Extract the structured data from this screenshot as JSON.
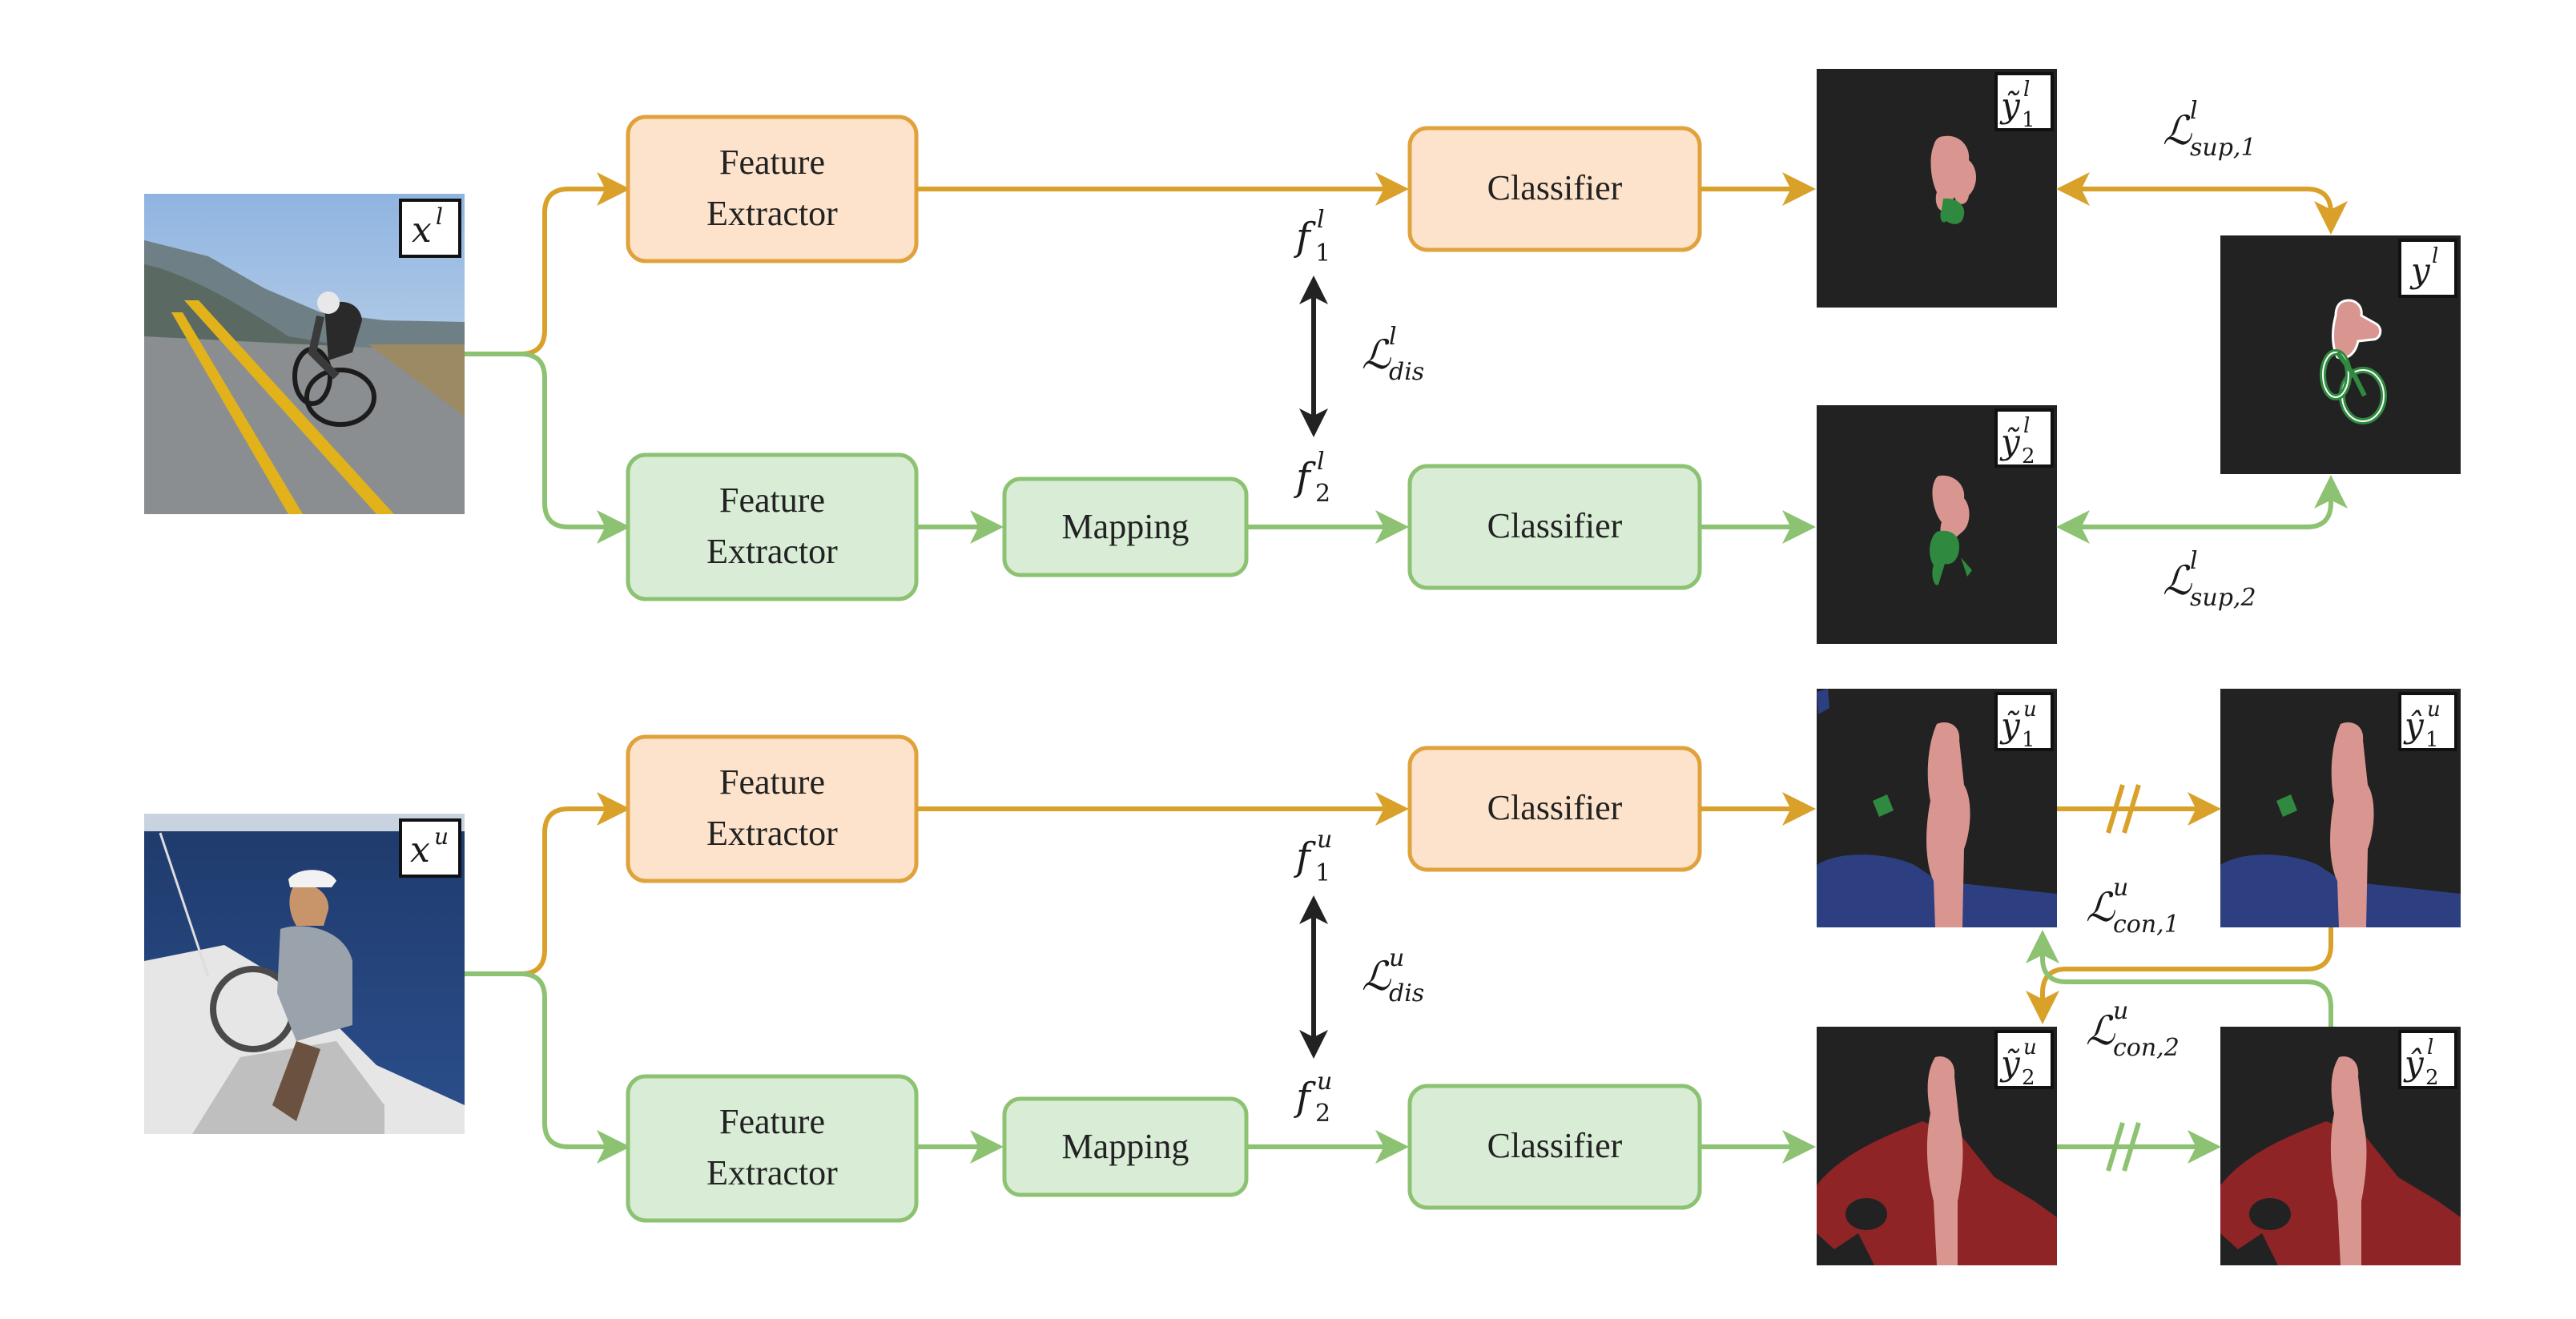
{
  "colors": {
    "orange_stroke": "#e0a23c",
    "orange_fill": "#fde3cb",
    "green_stroke": "#8cc272",
    "green_fill": "#d8ecd6",
    "arrow_orange": "#d9a12a",
    "arrow_green": "#8cc272",
    "arrow_dark": "#222222",
    "seg_background": "#222222",
    "seg_person": "#d99690",
    "seg_bicycle": "#2f8a3f",
    "seg_sea": "#2d3f80",
    "seg_boat": "#8e2426"
  },
  "labels": {
    "feature_line1": "Feature",
    "feature_line2": "Extractor",
    "classifier": "Classifier",
    "mapping": "Mapping"
  },
  "math": {
    "xl": {
      "base": "x",
      "sup": "l"
    },
    "xu": {
      "base": "x",
      "sup": "u"
    },
    "f1l": {
      "base": "f",
      "sub": "1",
      "sup": "l"
    },
    "f2l": {
      "base": "f",
      "sub": "2",
      "sup": "l"
    },
    "f1u": {
      "base": "f",
      "sub": "1",
      "sup": "u"
    },
    "f2u": {
      "base": "f",
      "sub": "2",
      "sup": "u"
    },
    "ldis_l": {
      "base": "ℒ",
      "sub": "dis",
      "sup": "l"
    },
    "ldis_u": {
      "base": "ℒ",
      "sub": "dis",
      "sup": "u"
    },
    "lsup1": {
      "base": "ℒ",
      "sub": "sup,1",
      "sup": "l"
    },
    "lsup2": {
      "base": "ℒ",
      "sub": "sup,2",
      "sup": "l"
    },
    "lcon1": {
      "base": "ℒ",
      "sub": "con,1",
      "sup": "u"
    },
    "lcon2": {
      "base": "ℒ",
      "sub": "con,2",
      "sup": "u"
    },
    "yt1l": {
      "base": "ỹ",
      "sub": "1",
      "sup": "l"
    },
    "yt2l": {
      "base": "ỹ",
      "sub": "2",
      "sup": "l"
    },
    "yl": {
      "base": "y",
      "sup": "l"
    },
    "yt1u": {
      "base": "ỹ",
      "sub": "1",
      "sup": "u"
    },
    "yt2u": {
      "base": "ỹ",
      "sub": "2",
      "sup": "u"
    },
    "yh1u": {
      "base": "ŷ",
      "sub": "1",
      "sup": "u"
    },
    "yh2l": {
      "base": "ŷ",
      "sub": "2",
      "sup": "l"
    }
  }
}
